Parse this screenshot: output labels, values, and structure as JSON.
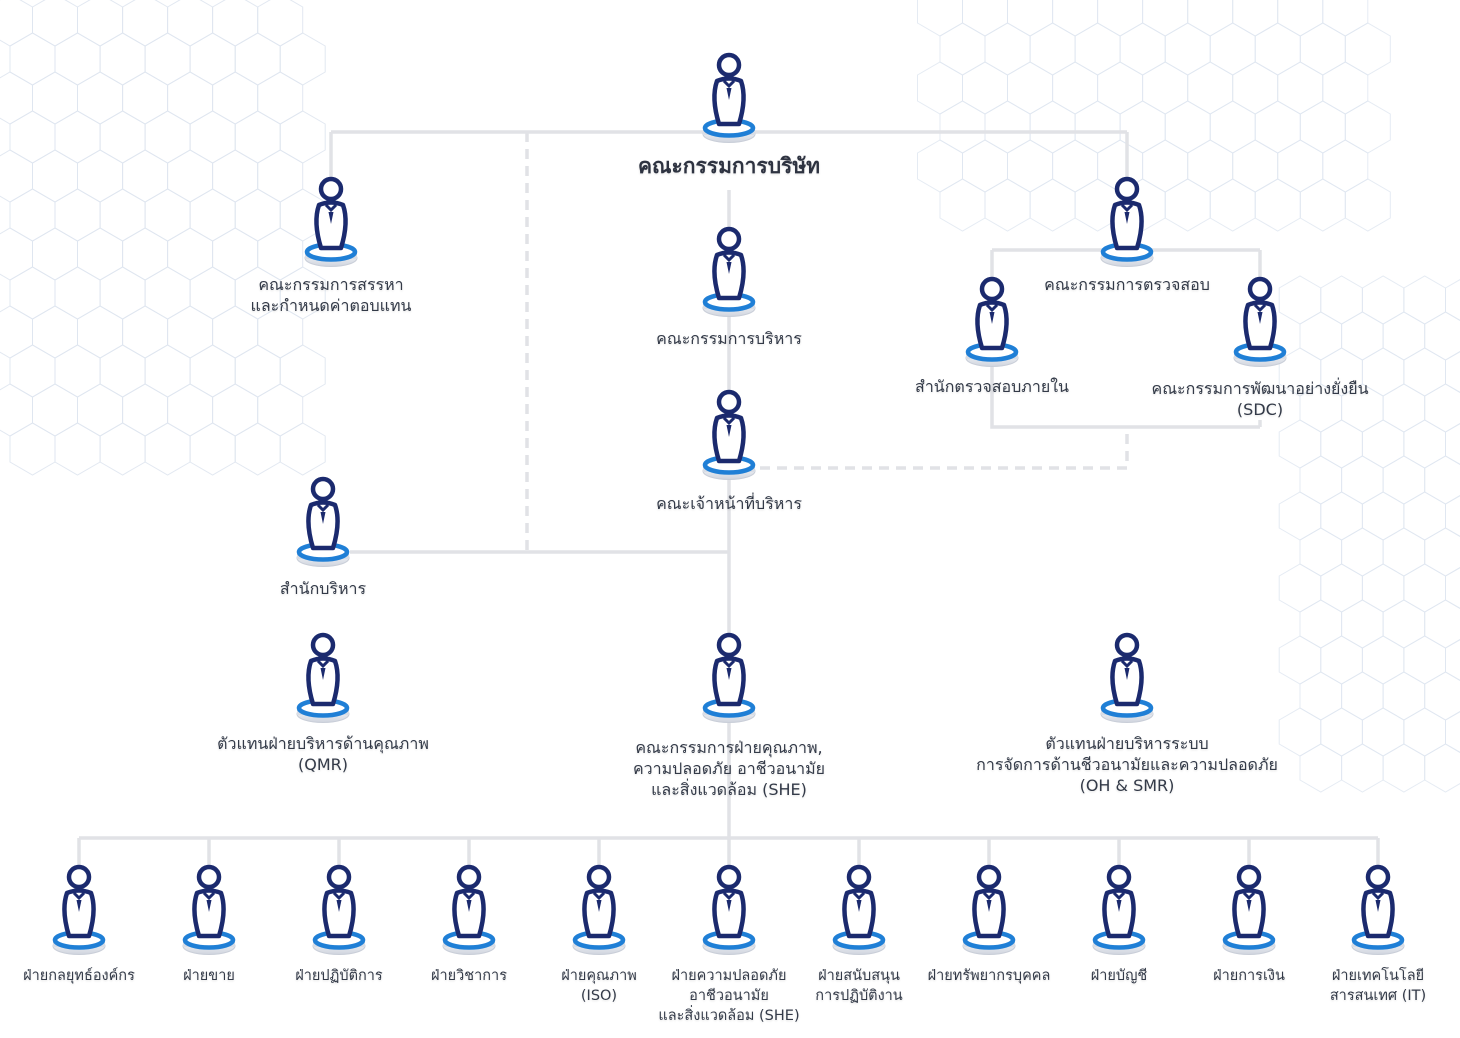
{
  "colors": {
    "connector": "#e1e2e6",
    "figure_outline": "#1b2a6e",
    "platform_blue": "#1f7fd6",
    "label_text": "#333a48"
  },
  "icon": "person-on-platform-icon",
  "chart": {
    "board": {
      "lines": [
        "คณะกรรมการบริษัท"
      ]
    },
    "nomination": {
      "lines": [
        "คณะกรรมการสรรหา",
        "และกำหนดค่าตอบแทน"
      ]
    },
    "executive_committee": {
      "lines": [
        "คณะกรรมการบริหาร"
      ]
    },
    "audit_committee": {
      "lines": [
        "คณะกรรมการตรวจสอบ"
      ]
    },
    "internal_audit": {
      "lines": [
        "สำนักตรวจสอบภายใน"
      ]
    },
    "sdc": {
      "lines": [
        "คณะกรรมการพัฒนาอย่างยั่งยืน",
        "(SDC)"
      ]
    },
    "executive_officers": {
      "lines": [
        "คณะเจ้าหน้าที่บริหาร"
      ]
    },
    "admin_office": {
      "lines": [
        "สำนักบริหาร"
      ]
    },
    "qmr": {
      "lines": [
        "ตัวแทนฝ่ายบริหารด้านคุณภาพ",
        "(QMR)"
      ]
    },
    "she_committee": {
      "lines": [
        "คณะกรรมการฝ่ายคุณภาพ,",
        "ความปลอดภัย อาชีวอนามัย",
        "และสิ่งแวดล้อม (SHE)"
      ]
    },
    "oh_smr": {
      "lines": [
        "ตัวแทนฝ่ายบริหารระบบ",
        "การจัดการด้านชีวอนามัยและความปลอดภัย",
        "(OH & SMR)"
      ]
    },
    "departments": [
      {
        "lines": [
          "ฝ่ายกลยุทธ์องค์กร"
        ]
      },
      {
        "lines": [
          "ฝ่ายขาย"
        ]
      },
      {
        "lines": [
          "ฝ่ายปฏิบัติการ"
        ]
      },
      {
        "lines": [
          "ฝ่ายวิชาการ"
        ]
      },
      {
        "lines": [
          "ฝ่ายคุณภาพ",
          "(ISO)"
        ]
      },
      {
        "lines": [
          "ฝ่ายความปลอดภัย",
          "อาชีวอนามัย",
          "และสิ่งแวดล้อม (SHE)"
        ]
      },
      {
        "lines": [
          "ฝ่ายสนับสนุน",
          "การปฏิบัติงาน"
        ]
      },
      {
        "lines": [
          "ฝ่ายทรัพยากรบุคคล"
        ]
      },
      {
        "lines": [
          "ฝ่ายบัญชี"
        ]
      },
      {
        "lines": [
          "ฝ่ายการเงิน"
        ]
      },
      {
        "lines": [
          "ฝ่ายเทคโนโลยี",
          "สารสนเทศ (IT)"
        ]
      }
    ]
  }
}
